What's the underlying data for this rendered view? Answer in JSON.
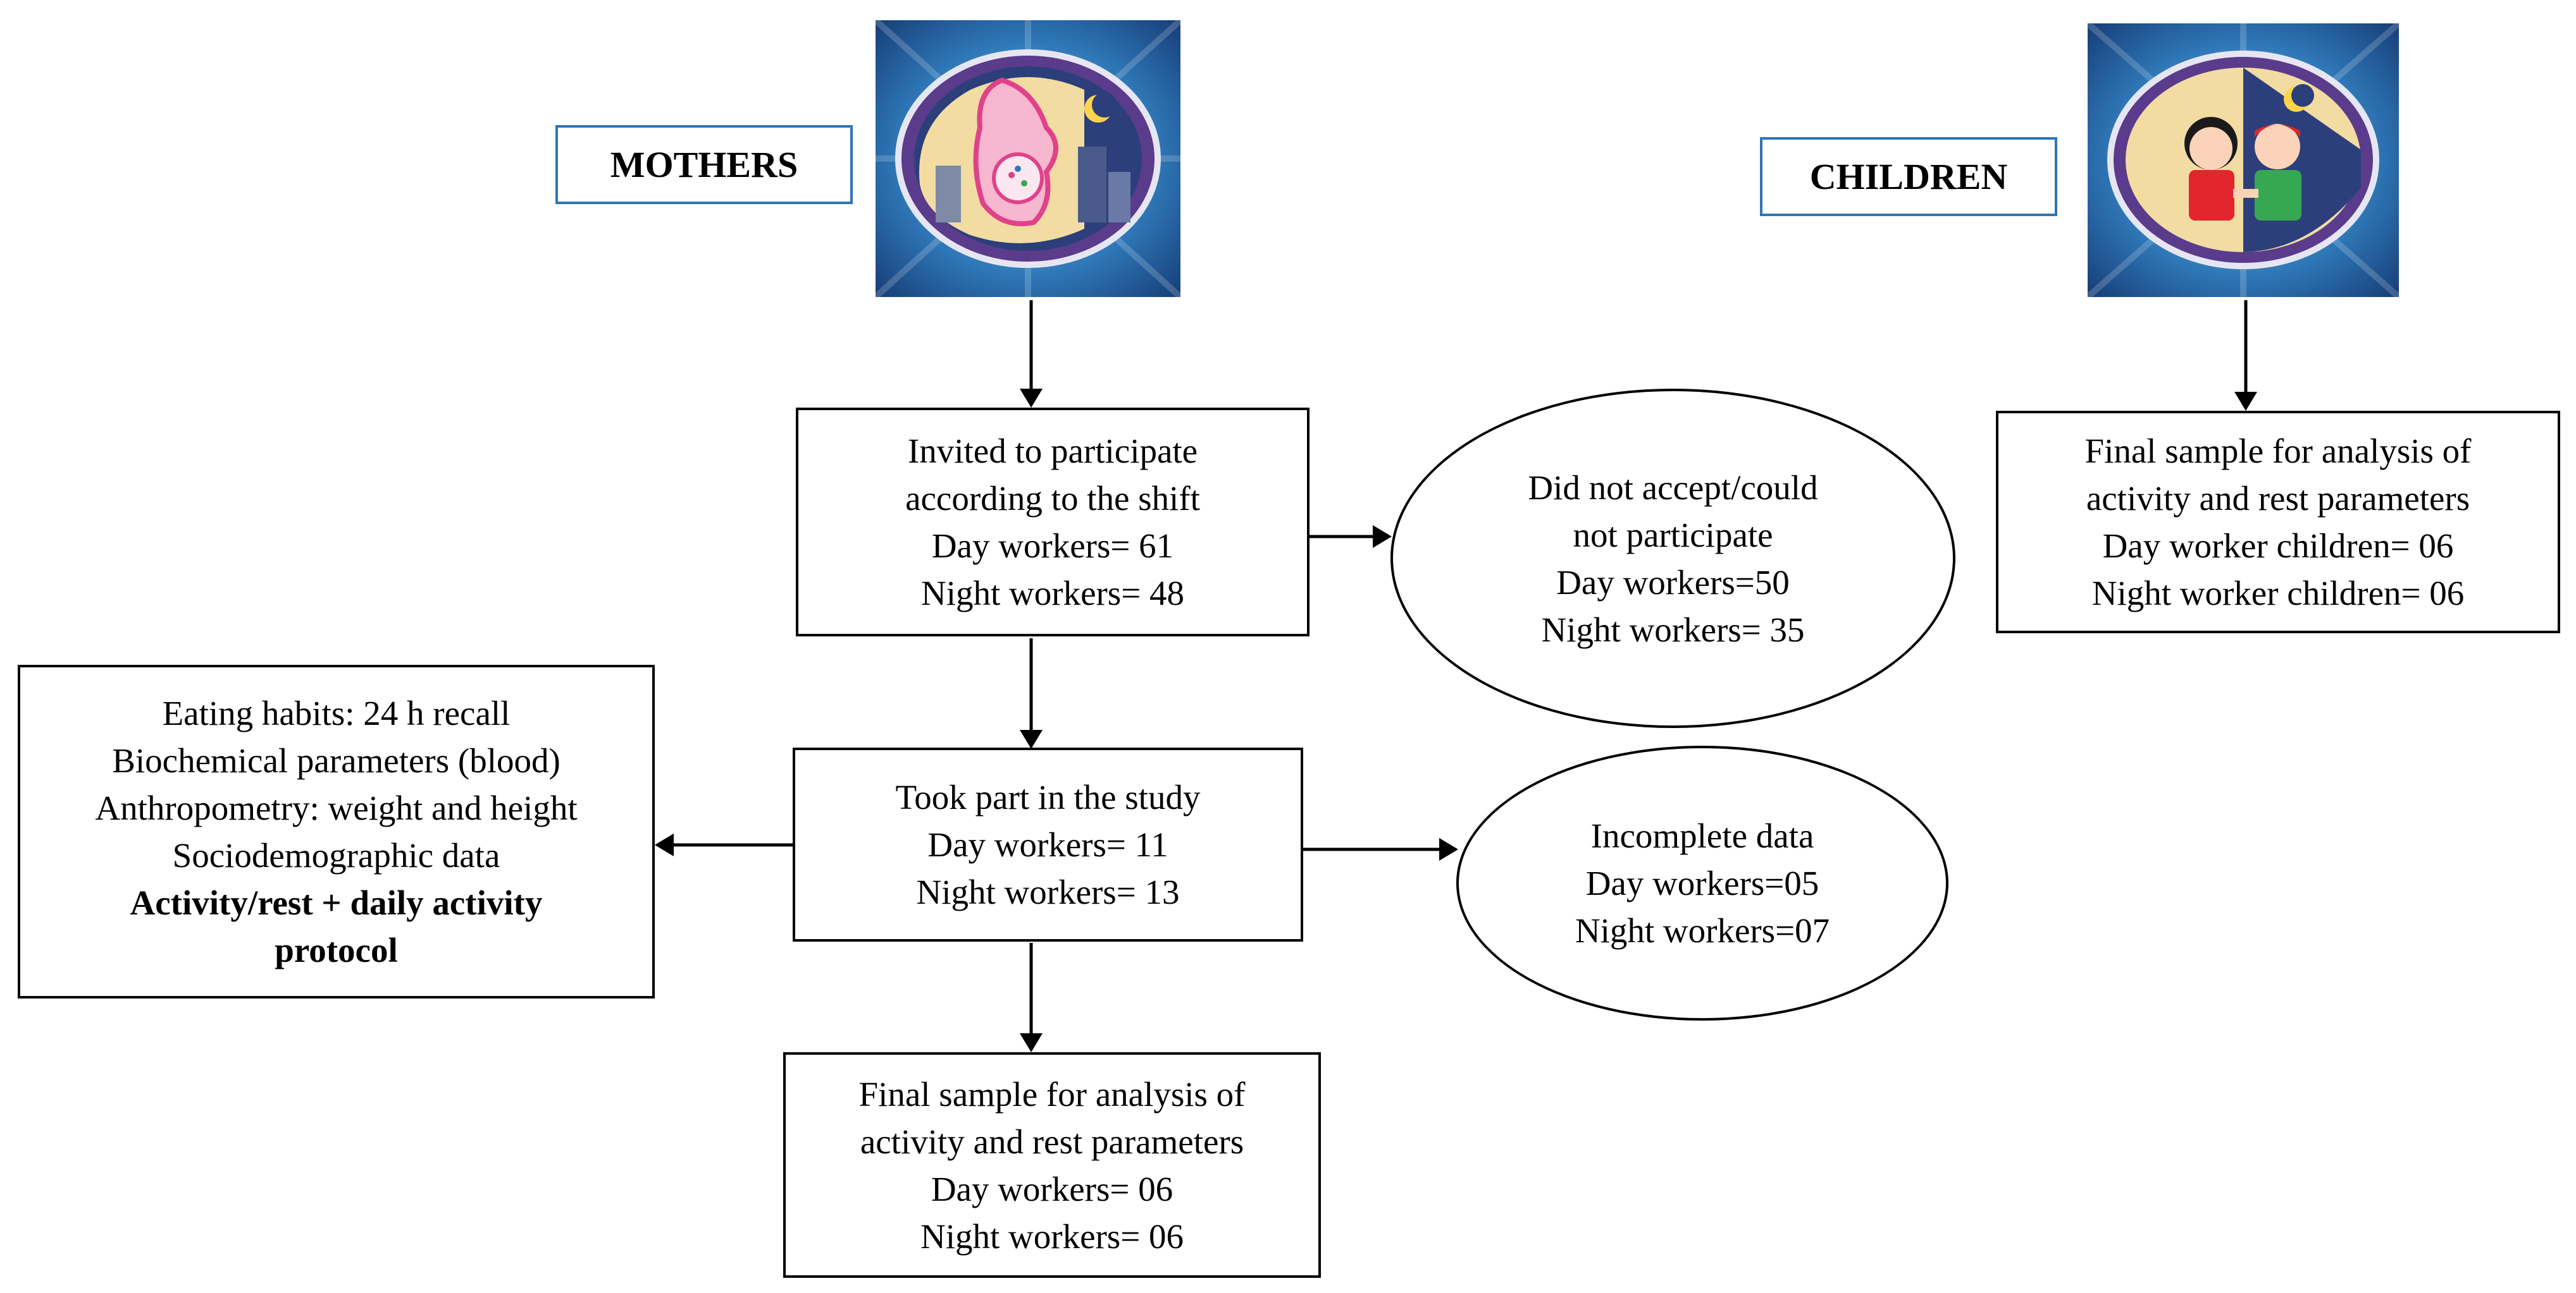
{
  "mothers": {
    "label": "MOTHERS",
    "invited": [
      "Invited to participate",
      "according to the shift",
      "Day workers= 61",
      "Night workers= 48"
    ],
    "declined": [
      "Did not accept/could",
      "not participate",
      "Day workers=50",
      "Night workers= 35"
    ],
    "took_part": [
      "Took part in the study",
      "Day workers= 11",
      "Night workers= 13"
    ],
    "measures": [
      "Eating habits: 24 h recall",
      "Biochemical parameters (blood)",
      "Anthropometry: weight and height",
      "Sociodemographic data"
    ],
    "measures_bold": [
      "Activity/rest + daily activity",
      "protocol"
    ],
    "incomplete": [
      "Incomplete data",
      "Day workers=05",
      "Night workers=07"
    ],
    "final": [
      "Final sample for analysis of",
      "activity and rest parameters",
      "Day workers= 06",
      "Night workers= 06"
    ]
  },
  "children": {
    "label": "CHILDREN",
    "final": [
      "Final sample for analysis of",
      "activity and rest parameters",
      "Day worker children= 06",
      "Night worker children= 06"
    ]
  },
  "colors": {
    "label_border": "#2e75b6",
    "logo_background": "#1f5fa8"
  },
  "icons": [
    "mother-project-logo",
    "children-project-logo"
  ]
}
